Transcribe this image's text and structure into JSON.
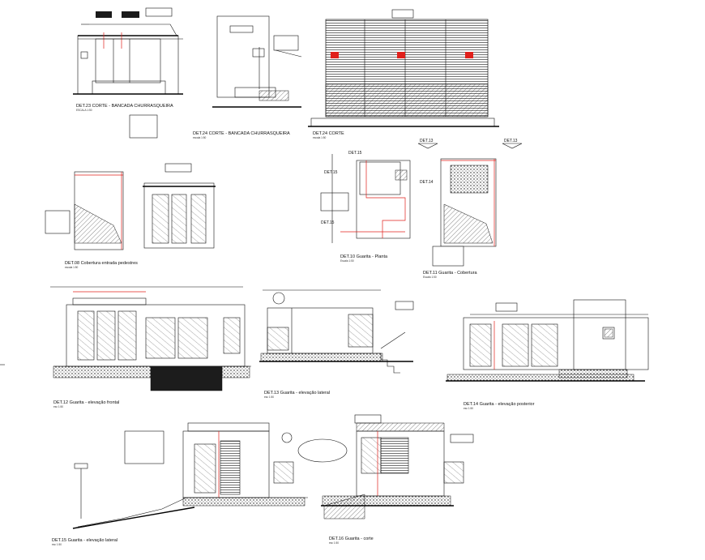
{
  "sheet": {
    "detail_marks": {
      "det15_a": "DET.15",
      "det15_b": "DET.15",
      "det15_c": "DET.15",
      "det14": "DET.14",
      "det13_a": "DET.13",
      "det13_b": "DET.13"
    },
    "details": [
      {
        "key": "d23",
        "title": "DET.23 CORTE - BANCADA CHURRASQUEIRA",
        "scale": "ESCALA 1:50"
      },
      {
        "key": "d24",
        "title": "DET.24 CORTE - BANCADA CHURRASQUEIRA",
        "scale": "escala 1:50"
      },
      {
        "key": "d24b",
        "title": "DET.24 CORTE",
        "scale": "escala 1:50"
      },
      {
        "key": "d08",
        "title": "DET.08 Cobertura entrada pedestres",
        "scale": "escala 1:50"
      },
      {
        "key": "d10",
        "title": "DET.10 Guarita - Planta",
        "scale": "Escala 1:50"
      },
      {
        "key": "d11",
        "title": "DET.11 Guarita - Cobertura",
        "scale": "Escala 1:50"
      },
      {
        "key": "d12",
        "title": "DET.12 Guarita - elevação frontal",
        "scale": "esc 1:50"
      },
      {
        "key": "d13",
        "title": "DET.13 Guarita - elevação lateral",
        "scale": "esc 1:50"
      },
      {
        "key": "d14",
        "title": "DET.14 Guarita - elevação posterior",
        "scale": "esc 1:50"
      },
      {
        "key": "d15",
        "title": "DET.15 Guarita - elevação lateral",
        "scale": "esc 1:50"
      },
      {
        "key": "d16",
        "title": "DET.16 Guarita - corte",
        "scale": "esc 1:50"
      }
    ]
  }
}
